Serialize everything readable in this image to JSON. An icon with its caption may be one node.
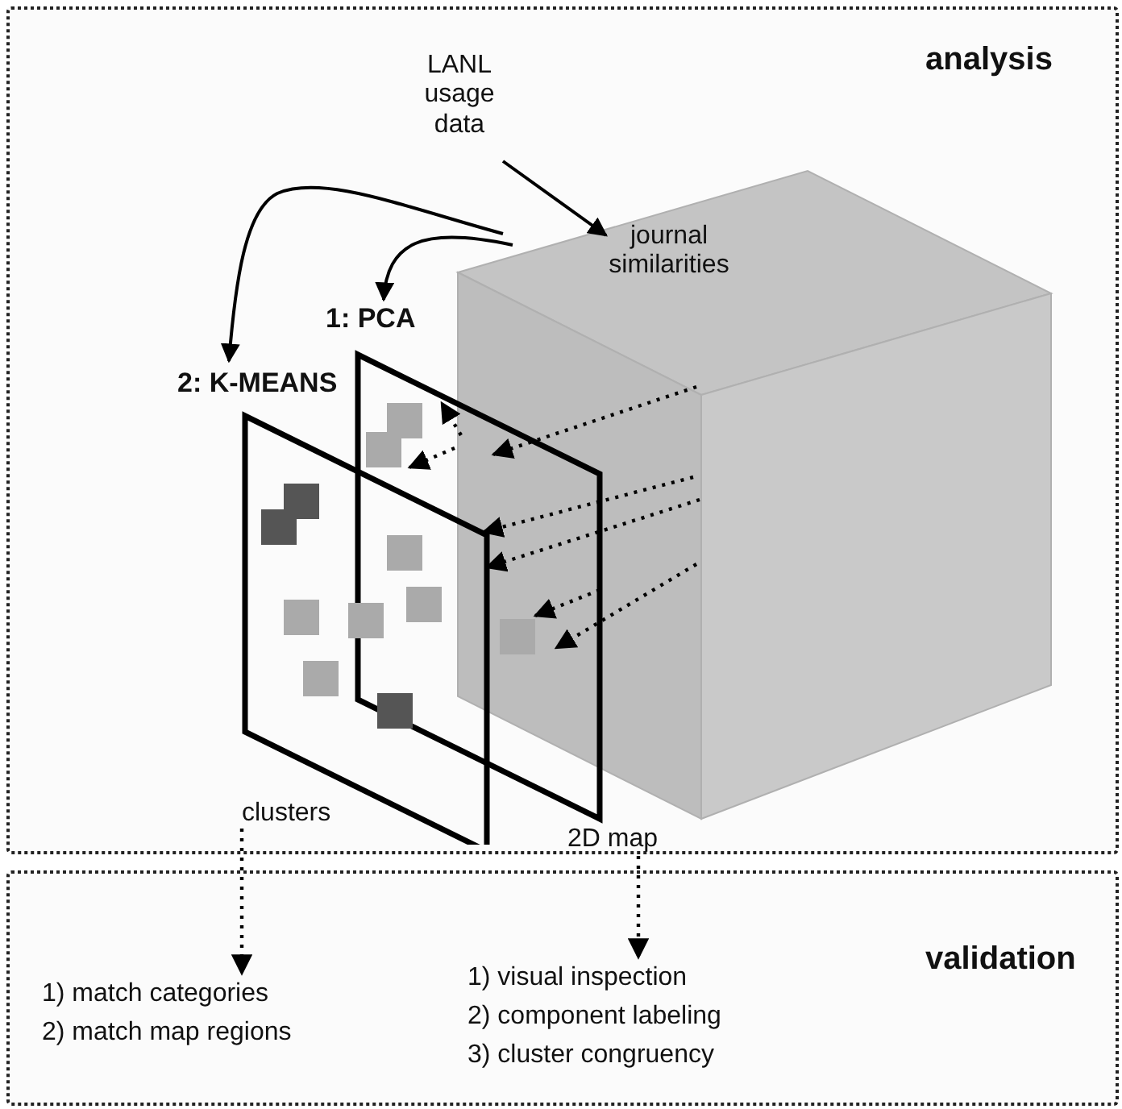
{
  "diagram": {
    "nodes": [
      {
        "text": [
          "analysis"
        ]
      },
      {
        "text": [
          "validation"
        ]
      },
      {
        "text": [
          "LANL usage data"
        ],
        "in": 0
      },
      {
        "text": [
          "journal similarities"
        ],
        "in": 0
      },
      {
        "text": [
          "1: PCA"
        ],
        "beside": [
          "2D map"
        ],
        "in": 0
      },
      {
        "text": [
          "2: K-MEANS"
        ],
        "beside": [
          "clusters"
        ],
        "in": 0
      },
      {
        "text": [
          "1) match categories",
          "2) match map regions"
        ],
        "in": 1
      },
      {
        "text": [
          "1) visual inspection",
          "2) component labeling",
          "3) cluster congruency"
        ],
        "in": 1
      }
    ],
    "edges": [
      {
        "from": 2,
        "to": 3,
        "arrow": "to"
      },
      {
        "from": 3,
        "to": 4,
        "arrow": "to"
      },
      {
        "from": 3,
        "to": 5,
        "arrow": "to"
      },
      {
        "from": 3,
        "to": 4,
        "arrow": "to",
        "style": "dashed"
      },
      {
        "from": 3,
        "to": 4,
        "arrow": "to",
        "style": "dashed"
      },
      {
        "from": 3,
        "to": 4,
        "arrow": "to",
        "style": "dashed"
      },
      {
        "from": 3,
        "to": 4,
        "arrow": "to",
        "style": "dashed"
      },
      {
        "from": 3,
        "to": 4,
        "arrow": "to",
        "style": "dashed"
      },
      {
        "from": 3,
        "to": 4,
        "arrow": "to",
        "style": "dashed"
      },
      {
        "from": 3,
        "to": 4,
        "arrow": "to",
        "style": "dashed"
      },
      {
        "from": 5,
        "to": 6,
        "arrow": "to",
        "style": "dashed"
      },
      {
        "from": 4,
        "to": 7,
        "arrow": "to",
        "style": "dashed"
      }
    ]
  }
}
